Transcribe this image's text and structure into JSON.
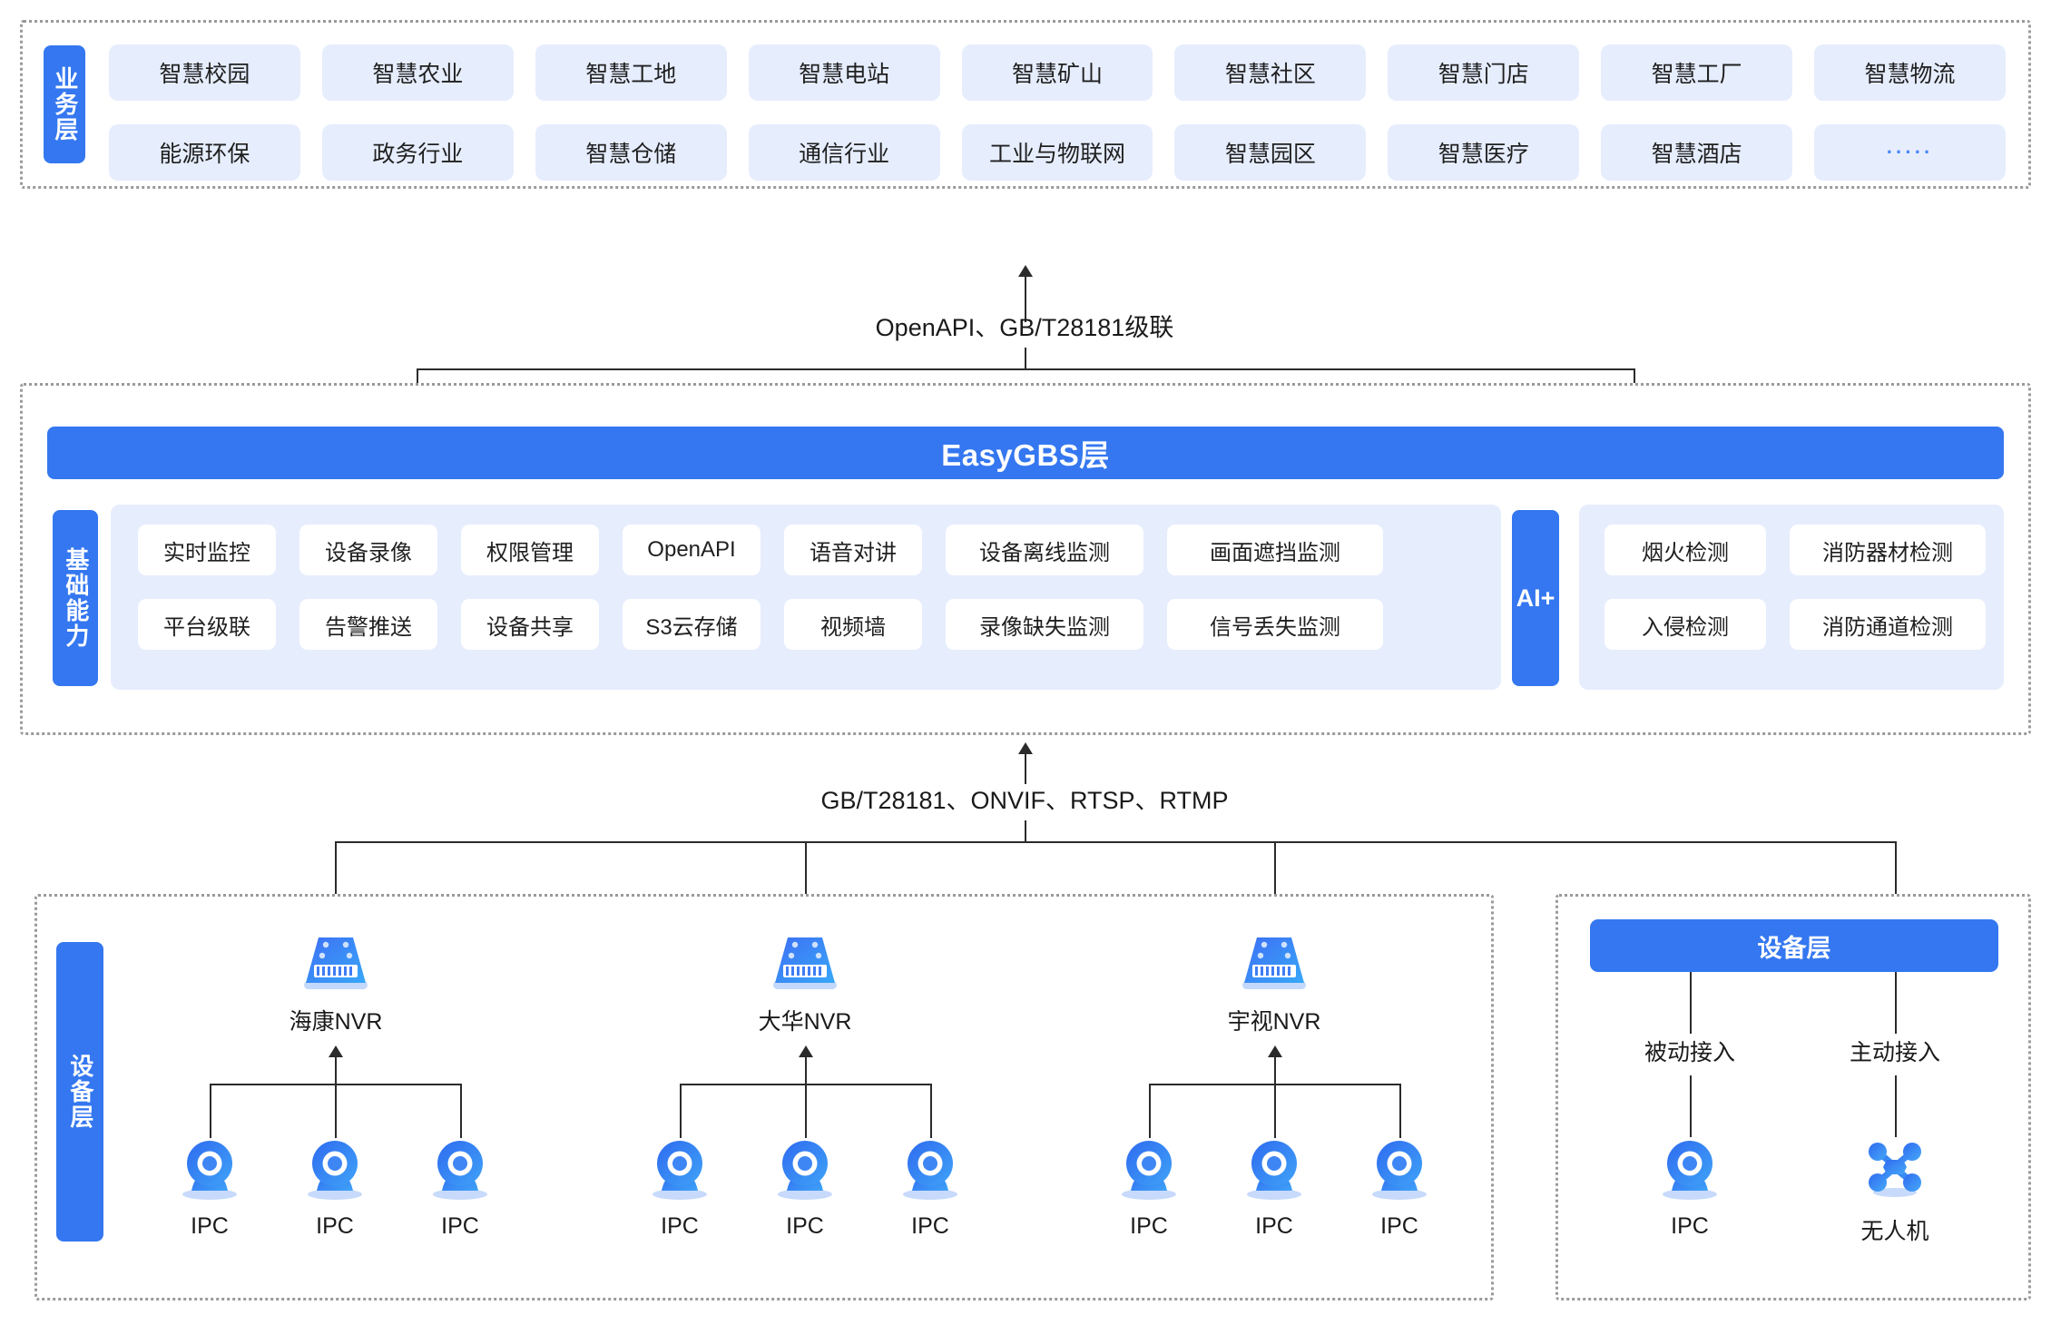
{
  "business_layer": {
    "label": "业务层",
    "tags": [
      "智慧校园",
      "智慧农业",
      "智慧工地",
      "智慧电站",
      "智慧矿山",
      "智慧社区",
      "智慧门店",
      "智慧工厂",
      "智慧物流",
      "能源环保",
      "政务行业",
      "智慧仓储",
      "通信行业",
      "工业与物联网",
      "智慧园区",
      "智慧医疗",
      "智慧酒店",
      "·····"
    ]
  },
  "connector_top": "OpenAPI、GB/T28181级联",
  "connector_bottom": "GB/T28181、ONVIF、RTSP、RTMP",
  "platform_layer": {
    "title": "EasyGBS层",
    "capability_label": "基础能力",
    "capabilities": [
      "实时监控",
      "设备录像",
      "权限管理",
      "OpenAPI",
      "语音对讲",
      "设备离线监测",
      "画面遮挡监测",
      "平台级联",
      "告警推送",
      "设备共享",
      "S3云存储",
      "视频墙",
      "录像缺失监测",
      "信号丢失监测"
    ],
    "ai_label": "AI+",
    "ai_capabilities": [
      "烟火检测",
      "消防器材检测",
      "入侵检测",
      "消防通道检测"
    ]
  },
  "device_layer_left": {
    "label": "设备层",
    "nvrs": [
      {
        "name": "海康NVR",
        "cameras": [
          "IPC",
          "IPC",
          "IPC"
        ]
      },
      {
        "name": "大华NVR",
        "cameras": [
          "IPC",
          "IPC",
          "IPC"
        ]
      },
      {
        "name": "宇视NVR",
        "cameras": [
          "IPC",
          "IPC",
          "IPC"
        ]
      }
    ]
  },
  "device_layer_right": {
    "title": "设备层",
    "branches": [
      {
        "access": "被动接入",
        "device": "IPC",
        "icon": "camera-icon"
      },
      {
        "access": "主动接入",
        "device": "无人机",
        "icon": "drone-icon"
      }
    ]
  },
  "colors": {
    "brand_blue": "#3477f0",
    "tag_bg": "#e6edfd",
    "line": "#2b2b2b"
  }
}
